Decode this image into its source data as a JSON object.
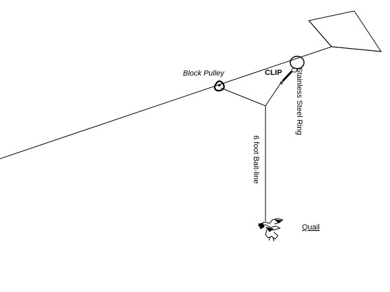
{
  "labels": {
    "block_pulley": "Block Pulley",
    "clip": "CLIP",
    "ring": "Stainless Steel Ring",
    "bait_line": "6 foot Bait-line",
    "quail": "Quail"
  },
  "icons": {
    "kite": "kite-icon",
    "pulley": "block-pulley-icon",
    "ring": "ring-icon",
    "clip": "clip-icon",
    "bird": "quail-icon"
  },
  "colors": {
    "ink": "#000000",
    "background": "#ffffff"
  }
}
